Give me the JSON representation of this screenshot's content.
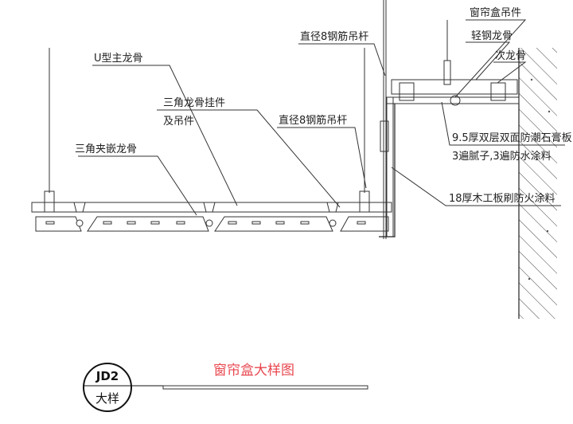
{
  "labels": {
    "u_main_keel": "U型主龙骨",
    "triangle_hanger_1": "三角龙骨挂件",
    "triangle_hanger_2": "及吊件",
    "triangle_clip_keel": "三角夹嵌龙骨",
    "rod_lower": "直径8钢筋吊杆",
    "rod_upper": "直径8钢筋吊杆",
    "curtain_box_hanger": "窗帘盒吊件",
    "light_steel_keel": "轻钢龙骨",
    "secondary_keel": "次龙骨",
    "gypsum_board": "9.5厚双层双面防潮石膏板",
    "putty_coating": "3遍腻子,3遍防水涂料",
    "wood_board": "18厚木工板刷防火涂料"
  },
  "title_block": {
    "code": "JD2",
    "subtitle": "大样",
    "title": "窗帘盒大样图"
  },
  "colors": {
    "title": "#e8474f",
    "line": "#333333"
  }
}
